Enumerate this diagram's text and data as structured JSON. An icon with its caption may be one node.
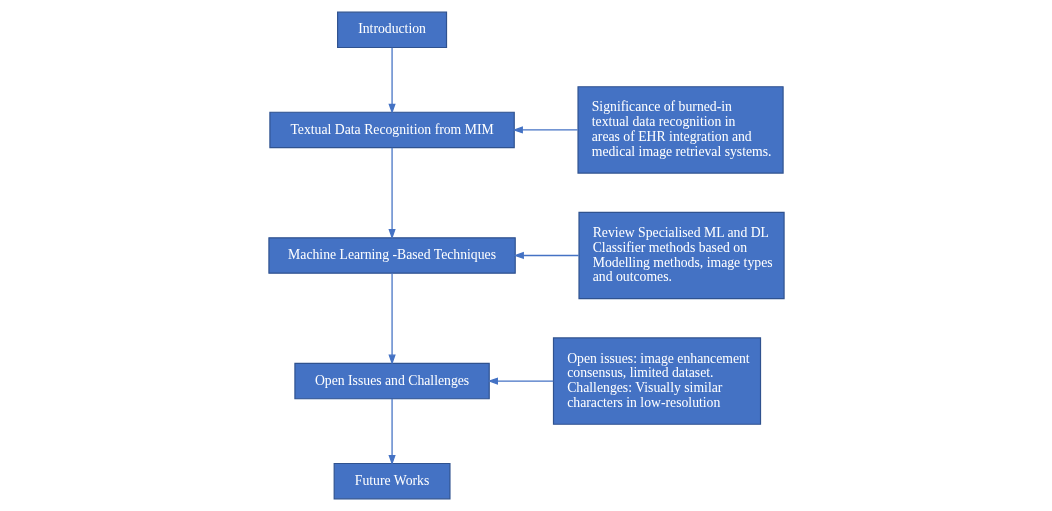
{
  "diagram": {
    "nodes": [
      {
        "text": [
          "Introduction"
        ]
      },
      {
        "text": [
          "Textual Data Recognition from MIM"
        ]
      },
      {
        "text": [
          "Significance of burned-in textual data recognition in areas of EHR integration and medical image retrieval systems."
        ]
      },
      {
        "text": [
          "Machine Learning -Based Techniques"
        ]
      },
      {
        "text": [
          "Review Specialised ML and DL Classifier methods based on Modelling methods, image types and outcomes."
        ]
      },
      {
        "text": [
          "Open issues: image enhancement consensus, limited dataset. Challenges: Visually similar characters in low-resolution"
        ]
      },
      {
        "text": [
          "Open Issues and Challenges"
        ]
      },
      {
        "text": [
          "Future Works"
        ]
      }
    ],
    "edges": [
      {
        "from": 0,
        "to": 1,
        "arrow": "to"
      },
      {
        "from": 2,
        "to": 1,
        "arrow": "to"
      },
      {
        "from": 1,
        "to": 3,
        "arrow": "to"
      },
      {
        "from": 4,
        "to": 3,
        "arrow": "to"
      },
      {
        "from": 3,
        "to": 6,
        "arrow": "to"
      },
      {
        "from": 5,
        "to": 6,
        "arrow": "to"
      },
      {
        "from": 6,
        "to": 7,
        "arrow": "to"
      }
    ]
  }
}
